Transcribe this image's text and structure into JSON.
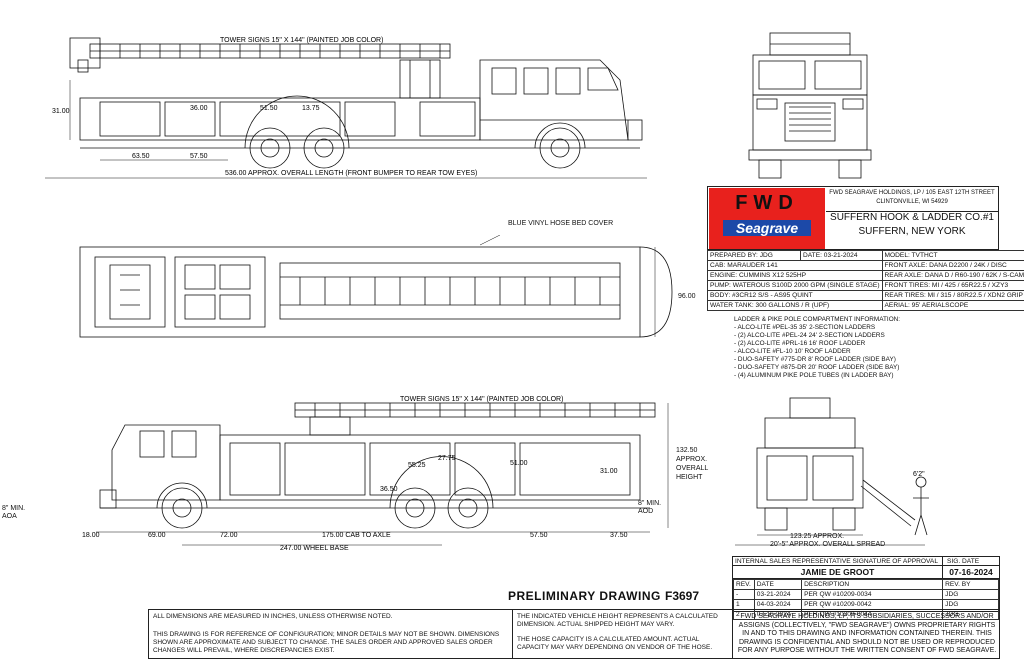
{
  "brand": {
    "logo_top": "FWD",
    "logo_bottom": "Seagrave",
    "company_line1": "FWD SEAGRAVE HOLDINGS, LP / 105 EAST 12TH STREET",
    "company_line2": "CLINTONVILLE, WI 54929",
    "colors": {
      "logo_red": "#e8211d",
      "logo_blue": "#1c49a8"
    }
  },
  "customer": {
    "name": "SUFFERN HOOK & LADDER CO.#1",
    "location": "SUFFERN, NEW YORK"
  },
  "specs": [
    [
      "PREPARED BY:  JDG",
      "DATE:  03-21-2024",
      "MODEL:  TVTHCT"
    ],
    [
      "CAB:  MARAUDER 141",
      "",
      "FRONT AXLE:  DANA D2200 / 24K / DISC"
    ],
    [
      "ENGINE:  CUMMINS X12 525HP",
      "",
      "REAR AXLE:  DANA D / R60-190 / 62K / S-CAM"
    ],
    [
      "PUMP:  WATEROUS S100D 2000 GPM (SINGLE STAGE)",
      "",
      "FRONT TIRES:  MI / 425 / 65R22.5 / XZY3"
    ],
    [
      "BODY:  #3CR12 S/S - AS95 QUINT",
      "",
      "REAR TIRES:  MI / 315 / 80R22.5 / XDN2 GRIP"
    ],
    [
      "WATER TANK:  300 GALLONS / R (UPF)",
      "",
      "AERIAL:  95' AERIALSCOPE"
    ]
  ],
  "ladder_info": {
    "title": "LADDER & PIKE POLE COMPARTMENT INFORMATION:",
    "items": [
      "- ALCO-LITE #PEL-35 35' 2-SECTION LADDERS",
      "- (2) ALCO-LITE #PEL-24 24' 2-SECTION LADDERS",
      "- (2) ALCO-LITE #PRL-16 16' ROOF LADDER",
      "- ALCO-LITE #FL-10 10' ROOF LADDER",
      "- DUO-SAFETY #775-DR 8' ROOF LADDER (SIDE BAY)",
      "- DUO-SAFETY #875-DR 20' ROOF LADDER (SIDE BAY)",
      "- (4) ALUMINUM PIKE POLE TUBES (IN LADDER BAY)"
    ]
  },
  "approval": {
    "header": "INTERNAL SALES REPRESENTATIVE SIGNATURE OF APPROVAL",
    "sig_date_label": "SIG. DATE",
    "name": "JAMIE DE GROOT",
    "date": "07-16-2024"
  },
  "revisions": {
    "headers": [
      "REV.",
      "DATE",
      "DESCRIPTION",
      "REV. BY"
    ],
    "rows": [
      [
        "-",
        "03-21-2024",
        "PER QW #10209-0034",
        "JDG"
      ],
      [
        "1",
        "04-03-2024",
        "PER QW #10209-0042",
        "JDG"
      ],
      [
        "2",
        "07-16-2024",
        "PER QW #10209-0044",
        "JDG"
      ]
    ]
  },
  "drawing_title": "PRELIMINARY DRAWING",
  "drawing_number": "F3697",
  "footer": {
    "left1": "ALL DIMENSIONS ARE MEASURED IN INCHES, UNLESS OTHERWISE NOTED.",
    "left2": "THIS DRAWING IS FOR REFERENCE OF CONFIGURATION; MINOR DETAILS MAY NOT BE SHOWN.  DIMENSIONS SHOWN ARE APPROXIMATE AND SUBJECT TO CHANGE.  THE SALES ORDER AND APPROVED SALES ORDER CHANGES WILL PREVAIL, WHERE DISCREPANCIES EXIST.",
    "mid1": "THE INDICATED VEHICLE HEIGHT REPRESENTS A CALCULATED DIMENSION.  ACTUAL SHIPPED HEIGHT MAY VARY.",
    "mid2": "THE HOSE CAPACITY IS A CALCULATED AMOUNT.  ACTUAL CAPACITY MAY VARY DEPENDING ON  VENDOR OF THE HOSE.",
    "right": "FWD SEAGRAVE HOLDINGS, LP, ITS SUBSIDIARIES, SUCCESSORS AND/OR ASSIGNS (COLLECTIVELY, \"FWD SEAGRAVE\") OWNS PROPRIETARY RIGHTS IN AND TO THIS DRAWING AND INFORMATION CONTAINED THEREIN. THIS DRAWING IS CONFIDENTIAL AND SHOULD NOT BE USED OR REPRODUCED FOR ANY PURPOSE WITHOUT THE WRITTEN CONSENT OF  FWD SEAGRAVE."
  },
  "dims": {
    "tower_signs": "TOWER SIGNS 15\" X 144\" (PAINTED JOB COLOR)",
    "overall_length": "536.00 APPROX. OVERALL LENGTH (FRONT BUMPER TO REAR TOW EYES)",
    "d31": "31.00",
    "d36": "36.00",
    "d5150": "51.50",
    "d1375": "13.75",
    "d6350": "63.50",
    "d5750": "57.50",
    "hose_bed": "BLUE VINYL HOSE BED COVER",
    "d96": "96.00",
    "d13250": "132.50 APPROX. OVERALL HEIGHT",
    "d5525": "55.25",
    "d2775": "27.75",
    "d51": "51.00",
    "d31b": "31.00",
    "d3650": "36.50",
    "aoa": "8\" MIN. AOA",
    "aod": "8\" MIN. AOD",
    "d18": "18.00",
    "d69": "69.00",
    "d72": "72.00",
    "d175": "175.00 CAB TO AXLE",
    "d247": "247.00 WHEEL BASE",
    "d5750b": "57.50",
    "d3750": "37.50",
    "d12325": "123.25 APPROX.",
    "spread": "20'-5\" APPROX. OVERALL SPREAD",
    "fig": "6'2\""
  }
}
